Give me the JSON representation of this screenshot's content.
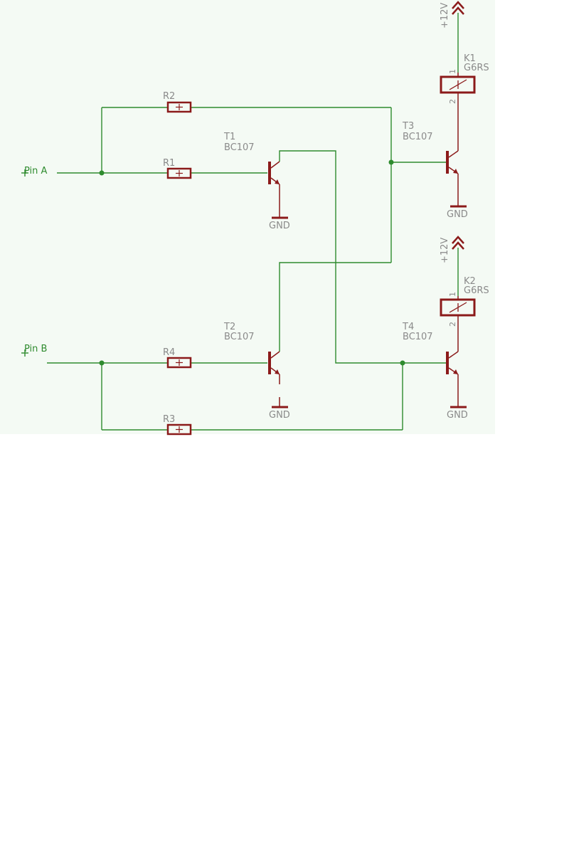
{
  "colors": {
    "background": "#f4faf4",
    "wire": "#2e8b2e",
    "symbol": "#8b1a1a",
    "label": "#8a8a8a"
  },
  "pins": {
    "a": "Pin A",
    "b": "Pin B"
  },
  "resistors": {
    "r1": "R1",
    "r2": "R2",
    "r3": "R3",
    "r4": "R4"
  },
  "transistors": {
    "t1": {
      "name": "T1",
      "value": "BC107"
    },
    "t2": {
      "name": "T2",
      "value": "BC107"
    },
    "t3": {
      "name": "T3",
      "value": "BC107"
    },
    "t4": {
      "name": "T4",
      "value": "BC107"
    }
  },
  "relays": {
    "k1": {
      "name": "K1",
      "value": "G6RS",
      "pin1": "1",
      "pin2": "2"
    },
    "k2": {
      "name": "K2",
      "value": "G6RS",
      "pin1": "1",
      "pin2": "2"
    }
  },
  "supply": {
    "k1": "+12V",
    "k2": "+12V"
  },
  "ground": {
    "t1": "GND",
    "t2": "GND",
    "t3": "GND",
    "t4": "GND"
  }
}
